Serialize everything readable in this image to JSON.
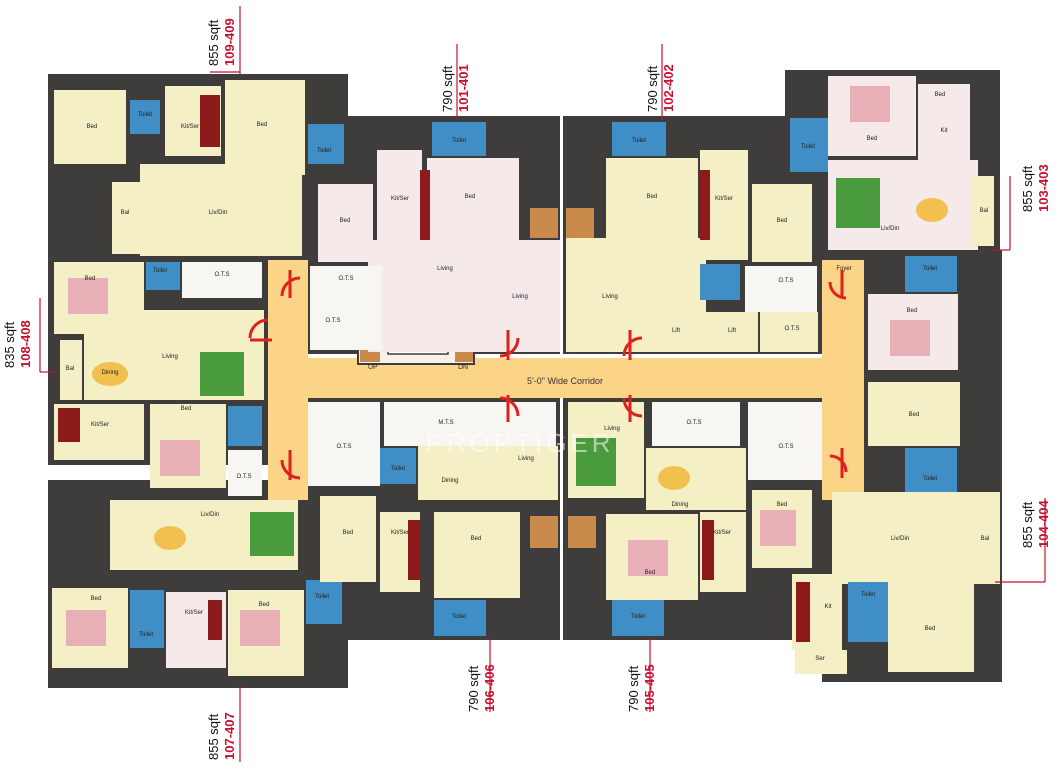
{
  "colors": {
    "wall": "#3e3d3c",
    "room_cream": "#f4efc4",
    "room_pink": "#f6e9ea",
    "room_white": "#f7f6f2",
    "corridor": "#fbd488",
    "toilet_blue": "#3f8fc6",
    "green_rug": "#4a9a3e",
    "bed_pink": "#e8b0b6",
    "dark_red": "#8e1b1b",
    "wood": "#c98a4c",
    "marker_red": "#e0201c",
    "unit_line": "#c8102e"
  },
  "units": [
    {
      "area": "855 sqft",
      "code": "109-409"
    },
    {
      "area": "790 sqft",
      "code": "101-401"
    },
    {
      "area": "790 sqft",
      "code": "102-402"
    },
    {
      "area": "855 sqft",
      "code": "103-403"
    },
    {
      "area": "835 sqft",
      "code": "108-408"
    },
    {
      "area": "855 sqft",
      "code": "104-404"
    },
    {
      "area": "855 sqft",
      "code": "107-407"
    },
    {
      "area": "790 sqft",
      "code": "106-406"
    },
    {
      "area": "790 sqft",
      "code": "105-405"
    }
  ],
  "rooms": [
    {
      "label": "Bed"
    },
    {
      "label": "Toilet"
    },
    {
      "label": "Kit/Ser"
    },
    {
      "label": "Bed"
    },
    {
      "label": "Toilet"
    },
    {
      "label": "Bal"
    },
    {
      "label": "Liv/Din"
    },
    {
      "label": "Bed"
    },
    {
      "label": "Toilet"
    },
    {
      "label": "O.T.S"
    },
    {
      "label": "Dining"
    },
    {
      "label": "Bal"
    },
    {
      "label": "Living"
    },
    {
      "label": "Kit/Ser"
    },
    {
      "label": "Bed"
    },
    {
      "label": "O.T.S"
    },
    {
      "label": "Liv/Din"
    },
    {
      "label": "Bed"
    },
    {
      "label": "Kit/Ser"
    },
    {
      "label": "Toilet"
    },
    {
      "label": "Bed"
    },
    {
      "label": "Toilet"
    },
    {
      "label": "Bed"
    },
    {
      "label": "Kit/Ser"
    },
    {
      "label": "Toilet"
    },
    {
      "label": "Bed"
    },
    {
      "label": "O.T.S"
    },
    {
      "label": "O.T.S"
    },
    {
      "label": "Living"
    },
    {
      "label": "Living"
    },
    {
      "label": "Toilet"
    },
    {
      "label": "Bed"
    },
    {
      "label": "Kit/Ser"
    },
    {
      "label": "Bed"
    },
    {
      "label": "Living"
    },
    {
      "label": "Lift"
    },
    {
      "label": "Lift"
    },
    {
      "label": "O.T.S"
    },
    {
      "label": "O.T.S"
    },
    {
      "label": "Bed"
    },
    {
      "label": "Kit"
    },
    {
      "label": "Toilet"
    },
    {
      "label": "Bed"
    },
    {
      "label": "Liv/Din"
    },
    {
      "label": "Bal"
    },
    {
      "label": "Toilet"
    },
    {
      "label": "Bed"
    },
    {
      "label": "Foyer"
    },
    {
      "label": "Bed"
    },
    {
      "label": "Toilet"
    },
    {
      "label": "Liv/Din"
    },
    {
      "label": "Bal"
    },
    {
      "label": "Kit"
    },
    {
      "label": "Toilet"
    },
    {
      "label": "Bed"
    },
    {
      "label": "Ser"
    },
    {
      "label": "O.T.S"
    },
    {
      "label": "M.T.S"
    },
    {
      "label": "Toilet"
    },
    {
      "label": "Living"
    },
    {
      "label": "Dining"
    },
    {
      "label": "Bed"
    },
    {
      "label": "Kit/Ser"
    },
    {
      "label": "Bed"
    },
    {
      "label": "Toilet"
    },
    {
      "label": "Living"
    },
    {
      "label": "O.T.S"
    },
    {
      "label": "Dining"
    },
    {
      "label": "Bed"
    },
    {
      "label": "Kit/Ser"
    },
    {
      "label": "Toilet"
    },
    {
      "label": "Bed"
    },
    {
      "label": "O.T.S"
    }
  ],
  "corridor": {
    "label": "5'-0\" Wide Corridor"
  },
  "stairs": {
    "up": "UP",
    "down": "DN"
  },
  "watermark": "PROPTIGER"
}
